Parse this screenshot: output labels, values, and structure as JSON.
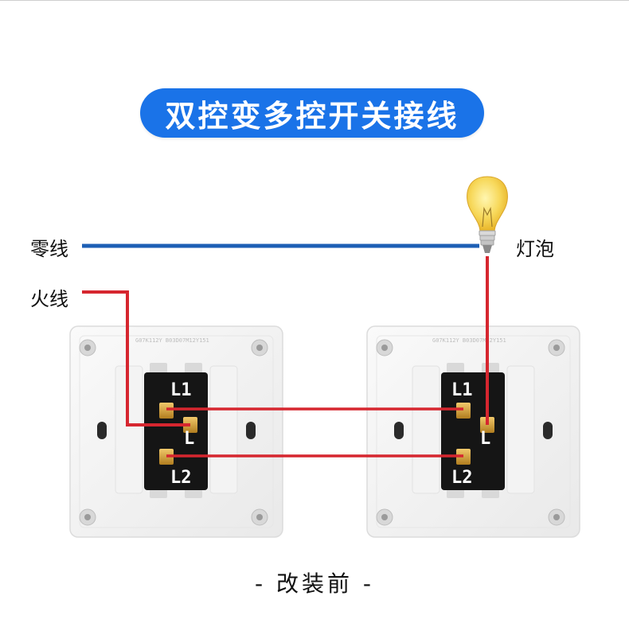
{
  "title": "双控变多控开关接线",
  "labels": {
    "neutral": "零线",
    "live": "火线",
    "bulb": "灯泡"
  },
  "switches": [
    {
      "mold_text": "G07K112Y B03D07M12Y151",
      "terminals": {
        "l1": "L1",
        "l": "L",
        "l2": "L2"
      }
    },
    {
      "mold_text": "G07K112Y B03D07M12Y151",
      "terminals": {
        "l1": "L1",
        "l": "L",
        "l2": "L2"
      }
    }
  ],
  "caption": "- 改装前 -",
  "colors": {
    "title_bg": "#1a73e8",
    "neutral_wire": "#1d5fb5",
    "live_wire": "#d6262f",
    "switch_insert": "#151515"
  }
}
